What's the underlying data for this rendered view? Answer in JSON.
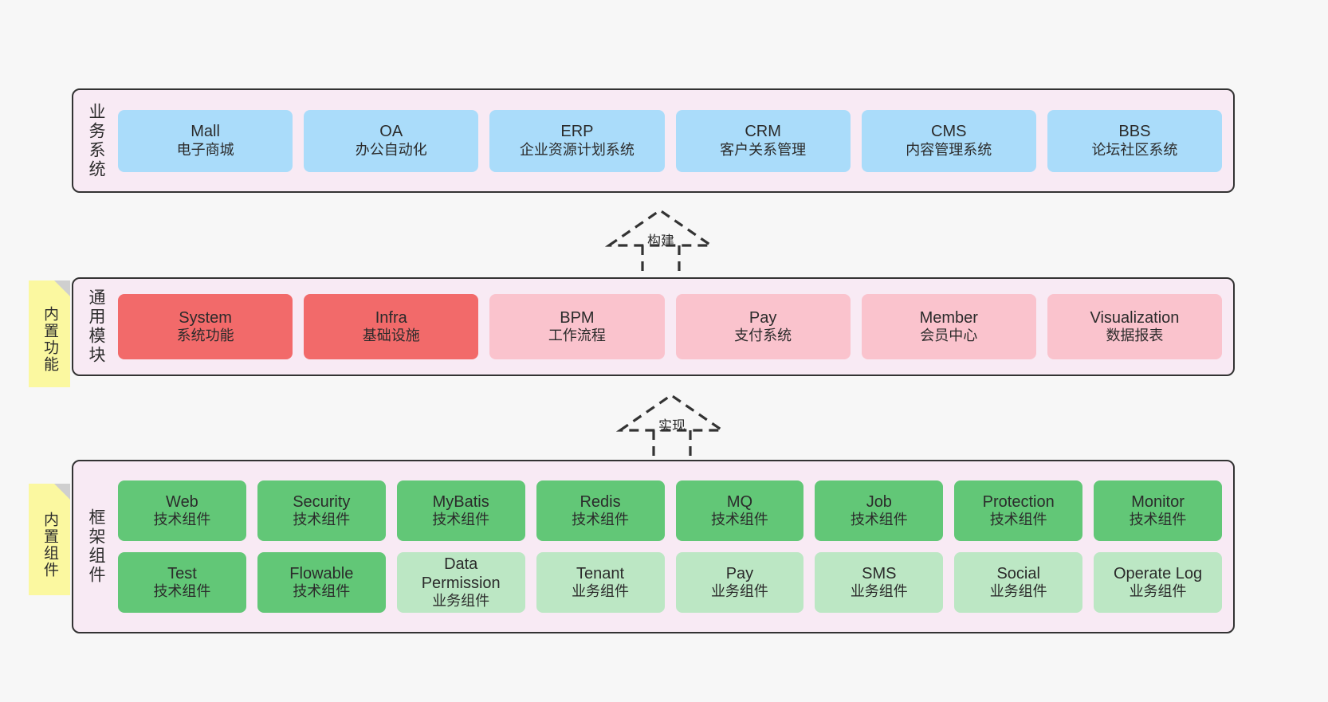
{
  "layers": [
    {
      "id": "business",
      "title": "业务系统",
      "rows": [
        {
          "style": "c-blue",
          "cards": [
            {
              "title": "Mall",
              "subtitle": "电子商城"
            },
            {
              "title": "OA",
              "subtitle": "办公自动化"
            },
            {
              "title": "ERP",
              "subtitle": "企业资源计划系统"
            },
            {
              "title": "CRM",
              "subtitle": "客户关系管理"
            },
            {
              "title": "CMS",
              "subtitle": "内容管理系统"
            },
            {
              "title": "BBS",
              "subtitle": "论坛社区系统"
            }
          ]
        }
      ]
    },
    {
      "id": "modules",
      "title": "通用模块",
      "note": "内置功能",
      "rows": [
        {
          "cards": [
            {
              "title": "System",
              "subtitle": "系统功能",
              "style": "c-red"
            },
            {
              "title": "Infra",
              "subtitle": "基础设施",
              "style": "c-red"
            },
            {
              "title": "BPM",
              "subtitle": "工作流程",
              "style": "c-pink"
            },
            {
              "title": "Pay",
              "subtitle": "支付系统",
              "style": "c-pink"
            },
            {
              "title": "Member",
              "subtitle": "会员中心",
              "style": "c-pink"
            },
            {
              "title": "Visualization",
              "subtitle": "数据报表",
              "style": "c-pink"
            }
          ]
        }
      ]
    },
    {
      "id": "framework",
      "title": "框架组件",
      "note": "内置组件",
      "rows": [
        {
          "cards": [
            {
              "title": "Web",
              "subtitle": "技术组件",
              "style": "c-green"
            },
            {
              "title": "Security",
              "subtitle": "技术组件",
              "style": "c-green"
            },
            {
              "title": "MyBatis",
              "subtitle": "技术组件",
              "style": "c-green"
            },
            {
              "title": "Redis",
              "subtitle": "技术组件",
              "style": "c-green"
            },
            {
              "title": "MQ",
              "subtitle": "技术组件",
              "style": "c-green"
            },
            {
              "title": "Job",
              "subtitle": "技术组件",
              "style": "c-green"
            },
            {
              "title": "Protection",
              "subtitle": "技术组件",
              "style": "c-green"
            },
            {
              "title": "Monitor",
              "subtitle": "技术组件",
              "style": "c-green"
            }
          ]
        },
        {
          "cards": [
            {
              "title": "Test",
              "subtitle": "技术组件",
              "style": "c-green"
            },
            {
              "title": "Flowable",
              "subtitle": "技术组件",
              "style": "c-green"
            },
            {
              "title": "Data Permission",
              "subtitle": "业务组件",
              "style": "c-lightgreen"
            },
            {
              "title": "Tenant",
              "subtitle": "业务组件",
              "style": "c-lightgreen"
            },
            {
              "title": "Pay",
              "subtitle": "业务组件",
              "style": "c-lightgreen"
            },
            {
              "title": "SMS",
              "subtitle": "业务组件",
              "style": "c-lightgreen"
            },
            {
              "title": "Social",
              "subtitle": "业务组件",
              "style": "c-lightgreen"
            },
            {
              "title": "Operate Log",
              "subtitle": "业务组件",
              "style": "c-lightgreen"
            }
          ]
        }
      ]
    }
  ],
  "connectors": [
    {
      "id": "build",
      "label": "构建"
    },
    {
      "id": "implement",
      "label": "实现"
    }
  ],
  "colors": {
    "canvas_bg": "#f7f7f7",
    "layer_bg": "#f8eaf4",
    "layer_border": "#333333",
    "note_bg": "#fbf8a0",
    "note_fold": "#cfcfcf",
    "business_card": "#aadcfa",
    "module_primary": "#f26a6a",
    "module_secondary": "#fac3cd",
    "framework_tech": "#62c777",
    "framework_biz": "#bce7c4",
    "text": "#2b2b2b"
  }
}
